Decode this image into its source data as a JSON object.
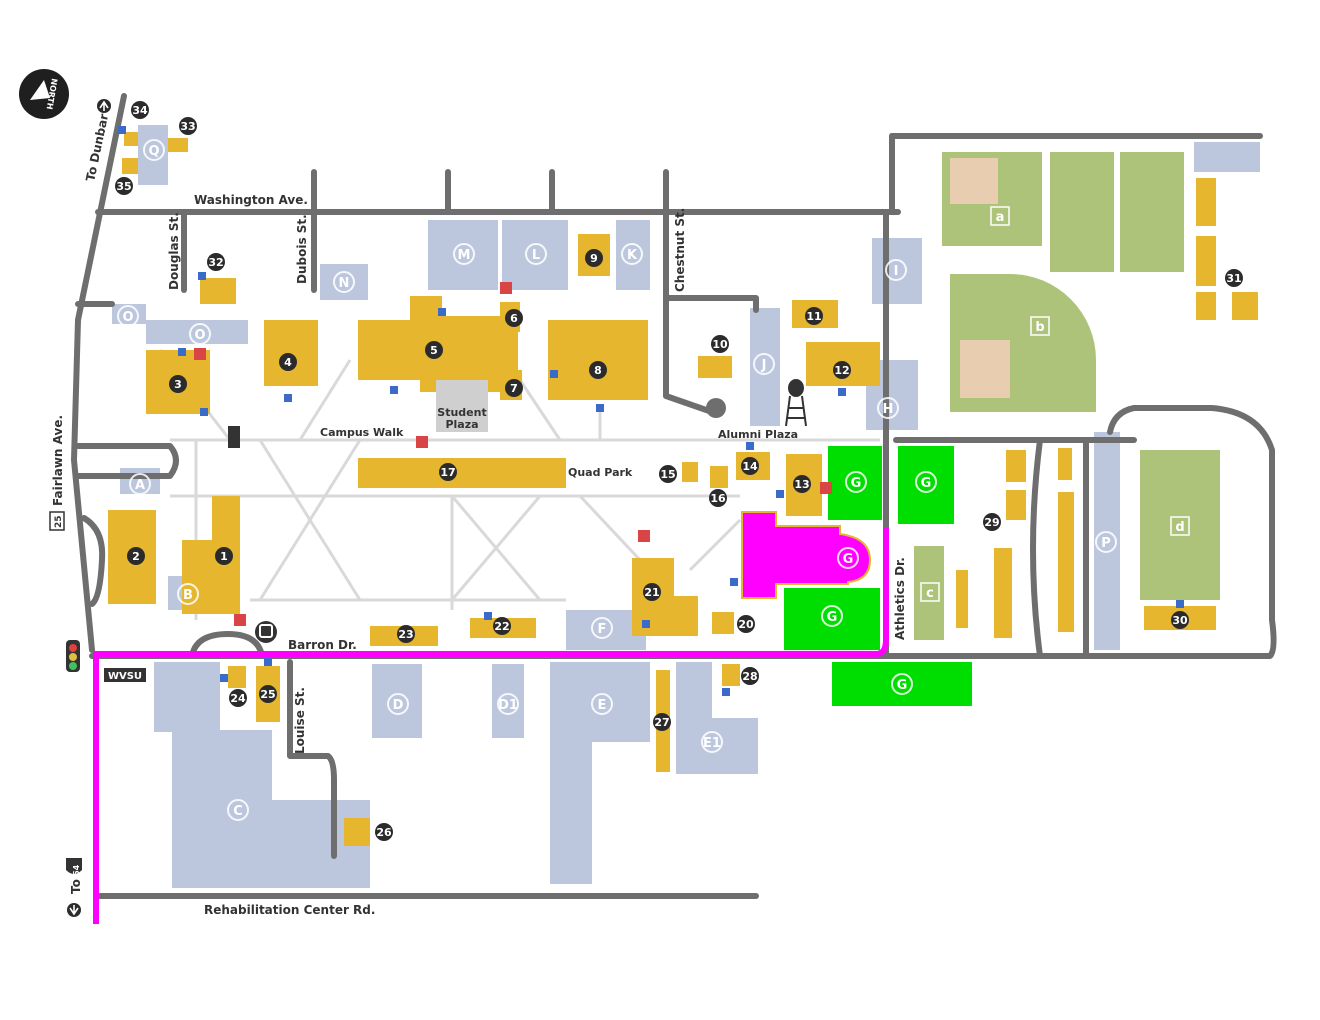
{
  "compass": {
    "label": "NORTH",
    "icon": "north-arrow-icon"
  },
  "colors": {
    "building": "#e6b62f",
    "parking": "#bcc7de",
    "field": "#aec37a",
    "road": "#6e6e6e",
    "walkway": "#d9d9d9",
    "marker": "#2b2b2b",
    "route_highlight": "#ff00ff",
    "highlight_parking": "#00dd00"
  },
  "streets": {
    "washington": "Washington Ave.",
    "douglas": "Douglas St.",
    "dubois": "Dubois St.",
    "chestnut": "Chestnut St.",
    "fairlawn": "Fairlawn Ave.",
    "barron": "Barron Dr.",
    "louise": "Louise St.",
    "athletics": "Athletics Dr.",
    "rehab": "Rehabilitation Center Rd.",
    "to_dunbar": "To Dunbar",
    "to_64": "To",
    "route_25": "25",
    "route_64": "64"
  },
  "places": {
    "campus_walk": "Campus Walk",
    "student_plaza_1": "Student",
    "student_plaza_2": "Plaza",
    "alumni_plaza": "Alumni Plaza",
    "quad_park": "Quad Park",
    "wvsu": "WVSU"
  },
  "building_numbers": [
    "1",
    "2",
    "3",
    "4",
    "5",
    "6",
    "7",
    "8",
    "9",
    "10",
    "11",
    "12",
    "13",
    "14",
    "15",
    "16",
    "17",
    "20",
    "21",
    "22",
    "23",
    "24",
    "25",
    "26",
    "27",
    "28",
    "29",
    "30",
    "31",
    "32",
    "33",
    "34",
    "35"
  ],
  "parking_letters": [
    "A",
    "B",
    "C",
    "D",
    "D1",
    "E",
    "E1",
    "F",
    "G",
    "G",
    "G",
    "G",
    "G",
    "H",
    "I",
    "J",
    "K",
    "L",
    "M",
    "N",
    "O",
    "O",
    "P",
    "Q"
  ],
  "field_letters": [
    "a",
    "b",
    "c",
    "d"
  ]
}
